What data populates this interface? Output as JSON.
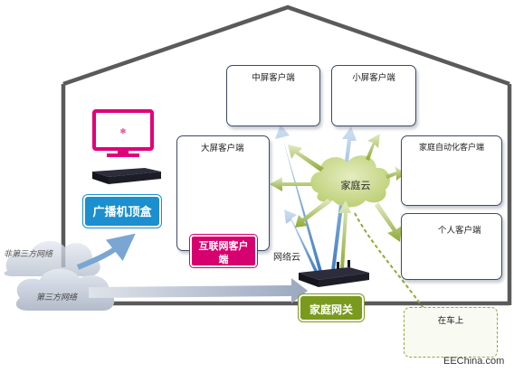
{
  "panels": {
    "mid_screen": "中屏客户端",
    "small_screen": "小屏客户端",
    "big_screen": "大屏客户端",
    "home_automation": "家庭自动化客户端",
    "personal": "个人客户端",
    "in_car": "在车上"
  },
  "labels": {
    "broadcast_stb": "广播机顶盒",
    "internet_client_line1": "互联网客户",
    "internet_client_line2": "端",
    "home_gateway": "家庭网关",
    "home_cloud": "家庭云",
    "network_cloud": "网络云",
    "non_third_party_network": "非第三方网络",
    "third_party_network": "第三方网络",
    "watermark": "EEChina.com"
  },
  "colors": {
    "house_outline": "#5a5a5a",
    "panel_border": "#3d4a66",
    "stb_box": "#1b8fcf",
    "internet_box": "#d6006e",
    "gateway_box": "#7a9a1e",
    "home_cloud": "#c9d98e",
    "arrow_blue": "#5e93c6",
    "arrow_green": "#9bb34a",
    "tv_magenta": "#e0007a"
  }
}
